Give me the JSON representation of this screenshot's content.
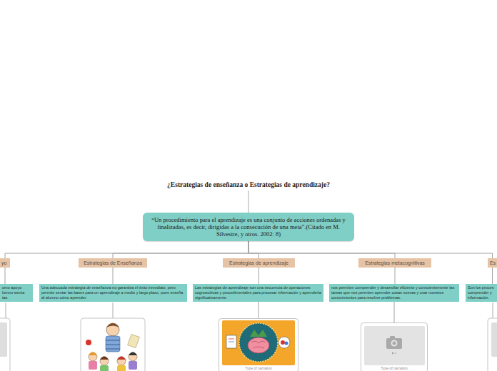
{
  "diagram": {
    "title": "¿Estrategias de enseñanza o Estrategias de aprendizaje?",
    "nodes": [
      {
        "text": [
          "“Un procedimiento para el aprendizaje es una conjunto de acciones ordenadas y finalizadas, es decir, dirigidas a la consecución de una meta”.(Citado en M. Silvestre, y otros. 2002: 8)"
        ]
      },
      {
        "text": [
          "yo"
        ]
      },
      {
        "text": [
          "omo apoyo lumno sienta tas."
        ]
      },
      {
        "text": [
          "Estrategias de Enseñanza"
        ]
      },
      {
        "text": [
          "Una adecuada estrategia de enseñanza no garantiza el éxito inmediato, pero permite sentar las bases para un aprendizaje a medio y largo plazo, pues enseña al alumno cómo aprender."
        ]
      },
      {
        "text": [
          "Estrategias de aprendizaje"
        ]
      },
      {
        "text": [
          "Las estrategias de aprendizaje son una secuencia de operaciones cognoscitivas y procedimentales para procesar información y aprenderla significativamente."
        ]
      },
      {
        "text": [
          "Type of narration"
        ]
      },
      {
        "text": [
          "Estrategias metacognitivas"
        ]
      },
      {
        "text": [
          "nos permiten comprender y desarrollar eficiente y conscientemente las tareas que nos permiten aprender cosas nuevas y usar nuestros conocimientos para resolver problemas."
        ]
      },
      {
        "text": [
          "Type of narration"
        ]
      },
      {
        "text": [
          "Es"
        ]
      },
      {
        "text": [
          "Son los proces comprender y información."
        ]
      }
    ],
    "edges": [
      {
        "from": 0,
        "to": 1,
        "arrow": "none"
      },
      {
        "from": 0,
        "to": 3,
        "arrow": "none"
      },
      {
        "from": 0,
        "to": 5,
        "arrow": "none"
      },
      {
        "from": 0,
        "to": 8,
        "arrow": "none"
      },
      {
        "from": 0,
        "to": 11,
        "arrow": "none"
      },
      {
        "from": 1,
        "to": 2,
        "arrow": "none"
      },
      {
        "from": 3,
        "to": 4,
        "arrow": "none"
      },
      {
        "from": 5,
        "to": 6,
        "arrow": "none"
      },
      {
        "from": 6,
        "to": 7,
        "arrow": "none"
      },
      {
        "from": 8,
        "to": 9,
        "arrow": "none"
      },
      {
        "from": 9,
        "to": 10,
        "arrow": "none"
      },
      {
        "from": 11,
        "to": 12,
        "arrow": "none"
      }
    ]
  }
}
